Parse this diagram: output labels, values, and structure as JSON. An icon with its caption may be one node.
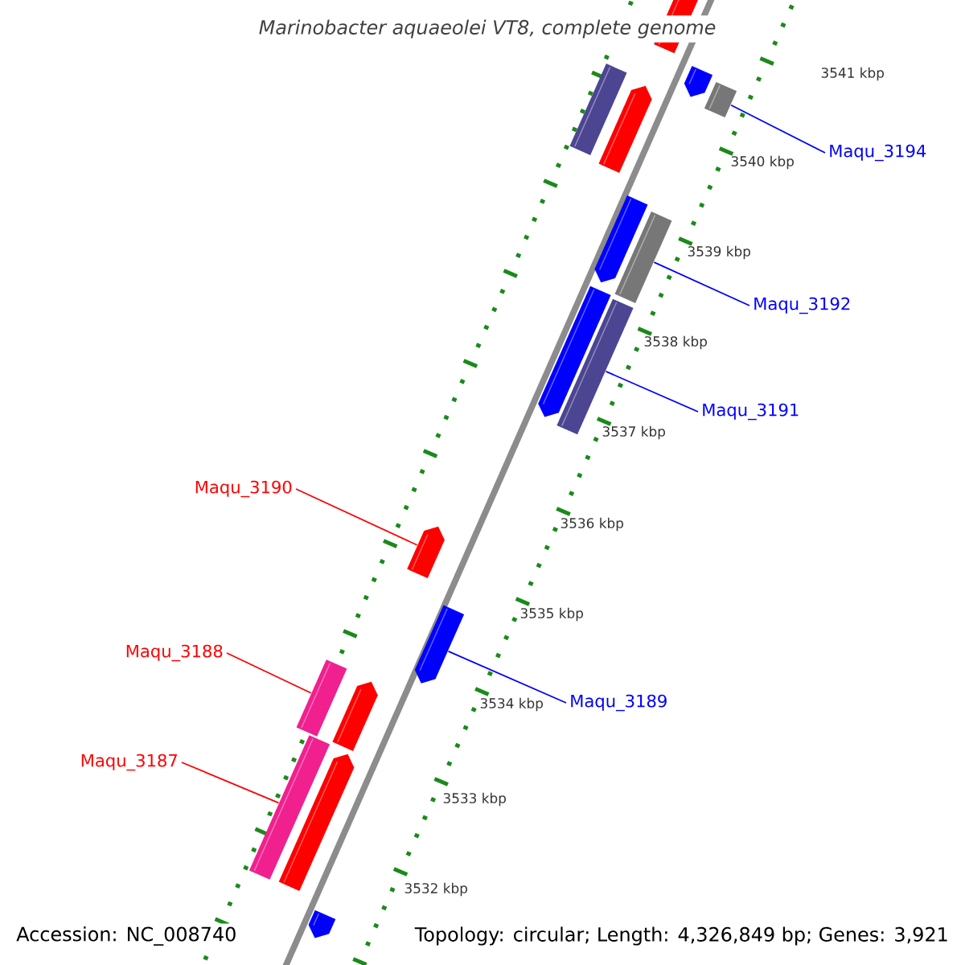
{
  "diagram": {
    "title": "Marinobacter aquaeolei VT8, complete genome",
    "nodes": [
      {
        "text": [],
        "shape": "bar"
      },
      {
        "text": [],
        "shape": "bar"
      },
      {
        "text": [],
        "shape": "bar"
      },
      {
        "text": [],
        "shape": "bar"
      },
      {
        "text": [],
        "shape": "bar"
      },
      {
        "text": [],
        "shape": "bar"
      },
      {
        "text": [],
        "shape": "bar"
      },
      {
        "text": [],
        "shape": "bar"
      },
      {
        "text": [],
        "shape": "bar"
      },
      {
        "text": [],
        "shape": "bar"
      },
      {
        "text": [],
        "shape": "bar"
      },
      {
        "text": [],
        "shape": "bar"
      },
      {
        "text": [],
        "shape": "bar"
      },
      {
        "text": [],
        "shape": "bar"
      },
      {
        "text": [],
        "shape": "bar"
      },
      {
        "text": [],
        "shape": "bar"
      },
      {
        "text": [
          "Maqu_3194"
        ]
      },
      {
        "text": [
          "Maqu_3192"
        ]
      },
      {
        "text": [
          "Maqu_3191"
        ]
      },
      {
        "text": [
          "Maqu_3190"
        ]
      },
      {
        "text": [
          "Maqu_3189"
        ]
      },
      {
        "text": [
          "Maqu_3188"
        ]
      },
      {
        "text": [
          "Maqu_3187"
        ]
      }
    ],
    "edges": [
      {
        "from": 16,
        "to": 4,
        "arrow": "none"
      },
      {
        "from": 17,
        "to": 6,
        "arrow": "none"
      },
      {
        "from": 18,
        "to": 8,
        "arrow": "none"
      },
      {
        "from": 19,
        "to": 9,
        "arrow": "none",
        "color": "#ff0000"
      },
      {
        "from": 20,
        "to": 10,
        "arrow": "none"
      },
      {
        "from": 21,
        "to": 11,
        "arrow": "none",
        "color": "#ff0000"
      },
      {
        "from": 22,
        "to": 13,
        "arrow": "none",
        "color": "#ff0000"
      }
    ],
    "labels": [
      "3541 kbp",
      "3540 kbp",
      "3539 kbp",
      "3538 kbp",
      "3537 kbp",
      "3536 kbp",
      "3535 kbp",
      "3534 kbp",
      "3533 kbp",
      "3532 kbp",
      "Accession: NC_008740",
      "Topology: circular; Length: 4,326,849 bp; Genes: 3,921"
    ]
  }
}
